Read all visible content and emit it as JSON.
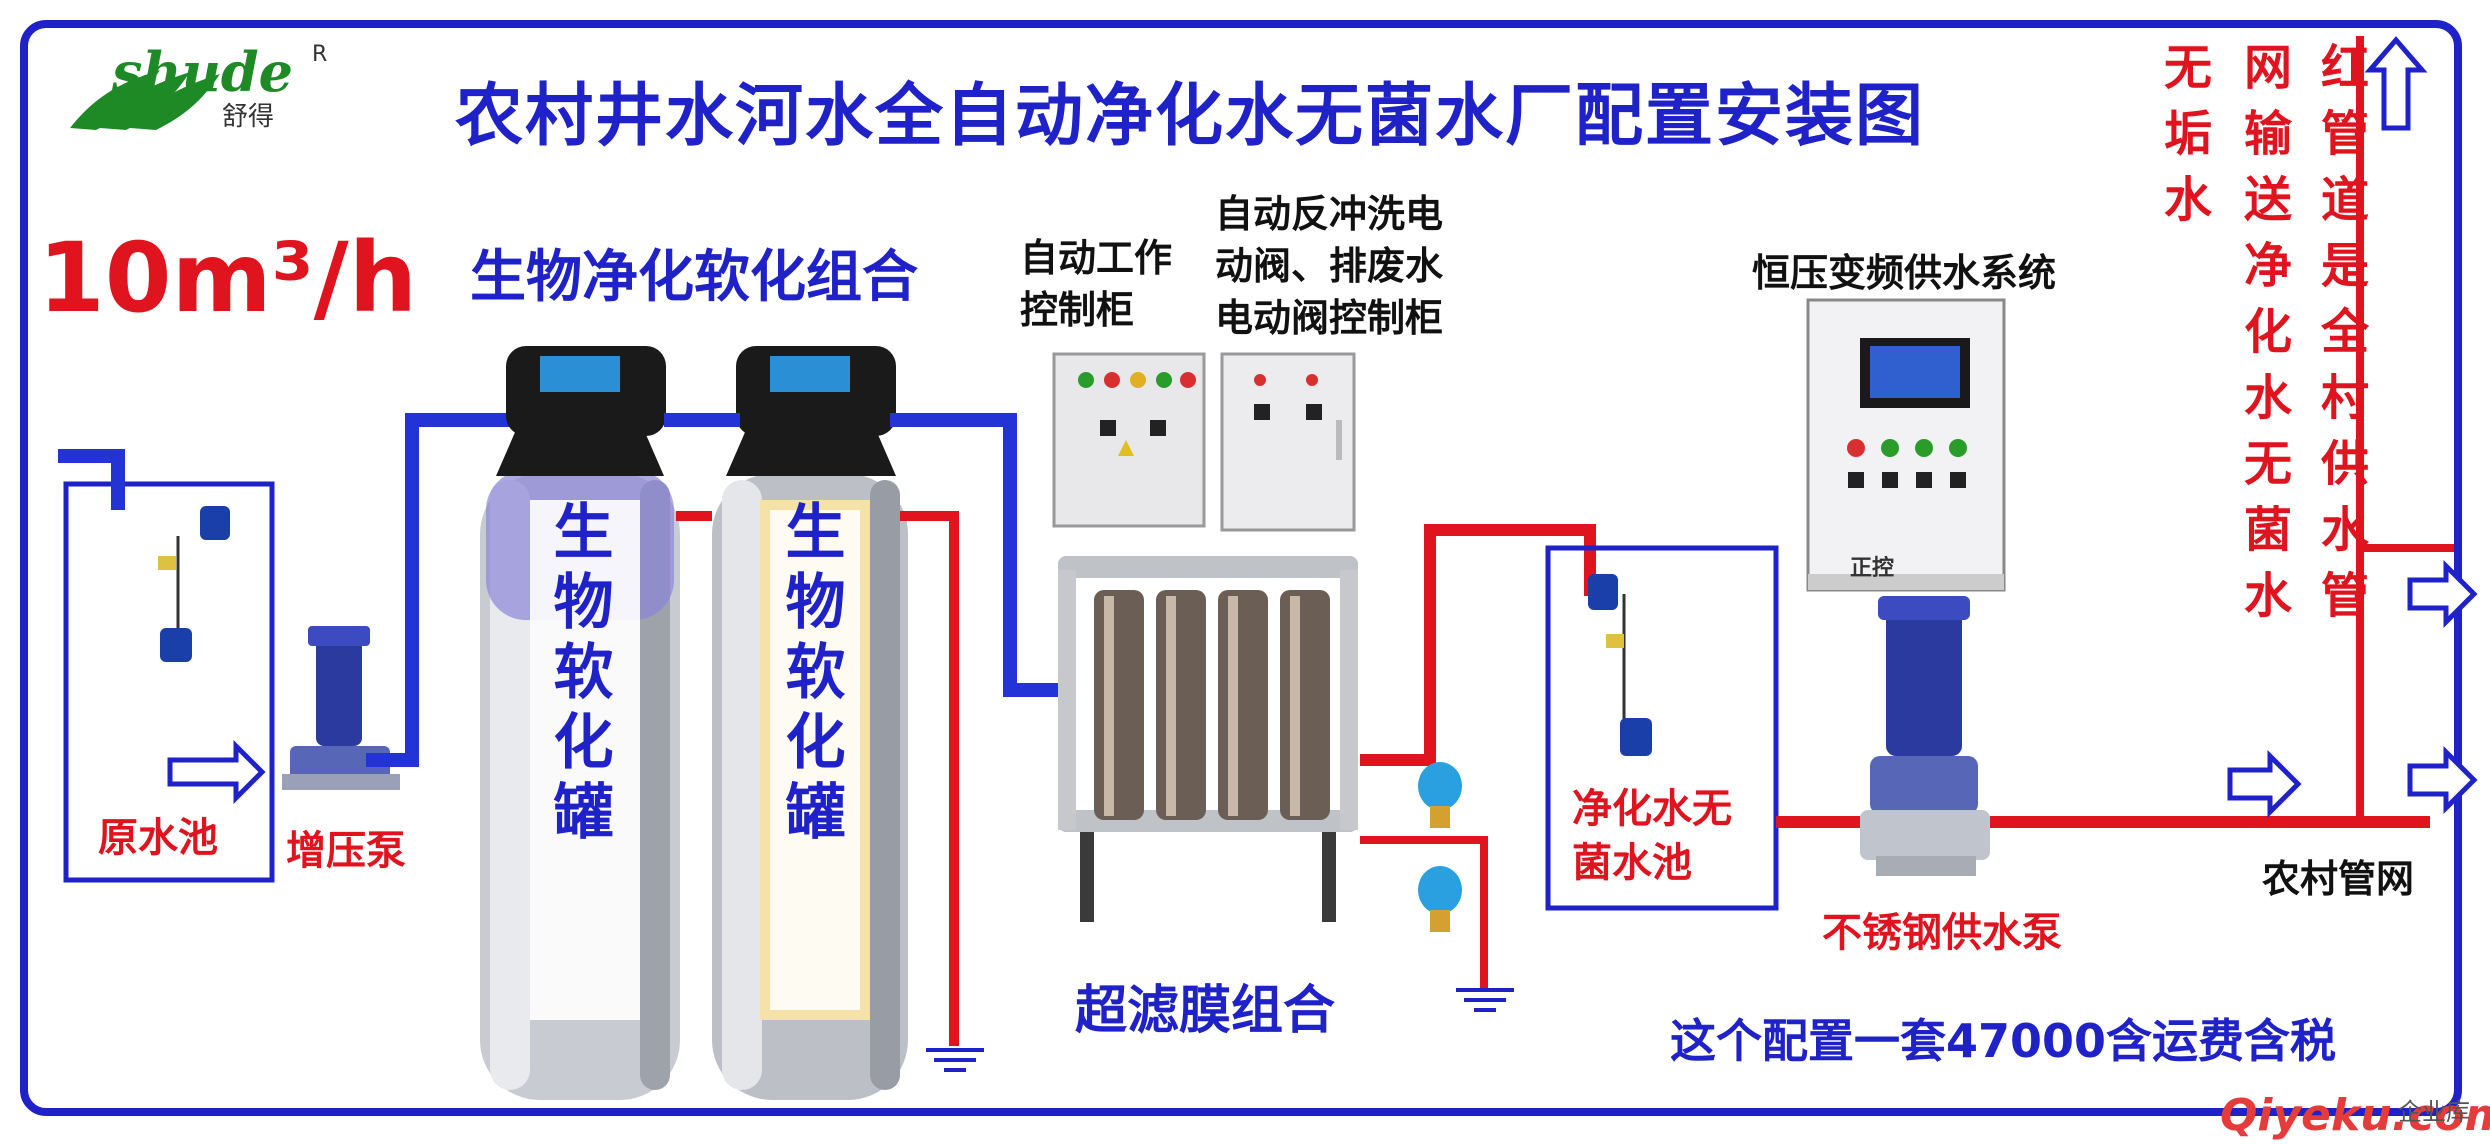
{
  "title": "农村井水河水全自动净化水无菌水厂配置安装图",
  "logo": {
    "brand": "shude",
    "brand_cn": "舒得",
    "reg_mark": "R"
  },
  "flow_rate": "10m³/h",
  "combo_title": "生物净化软化组合",
  "tank_label": "生物软化罐",
  "raw_pool_label": "原水池",
  "booster_pump_label": "增压泵",
  "auto_cabinet_label": [
    "自动工作",
    "控制柜"
  ],
  "valve_cabinet_label": [
    "自动反冲洗电",
    "动阀、排废水",
    "电动阀控制柜"
  ],
  "uf_label": "超滤膜组合",
  "sterile_pool_label": [
    "净化水无",
    "菌水池"
  ],
  "constant_pressure_label": "恒压变频供水系统",
  "controller_brand": "正控",
  "steel_pump_label": "不锈钢供水泵",
  "village_network_label": "农村管网",
  "price_note": "这个配置一套47000含运费含税",
  "side_notes": [
    "无垢水",
    "网输送净化水无菌水",
    "红管道是全村供水管"
  ],
  "watermark": "Qiyeku.com",
  "watermark_cn": "企业库",
  "colors": {
    "frame": "#1f22c8",
    "text_blue": "#1f22c8",
    "red": "#e0141e",
    "pipe_blue": "#2433d6"
  }
}
